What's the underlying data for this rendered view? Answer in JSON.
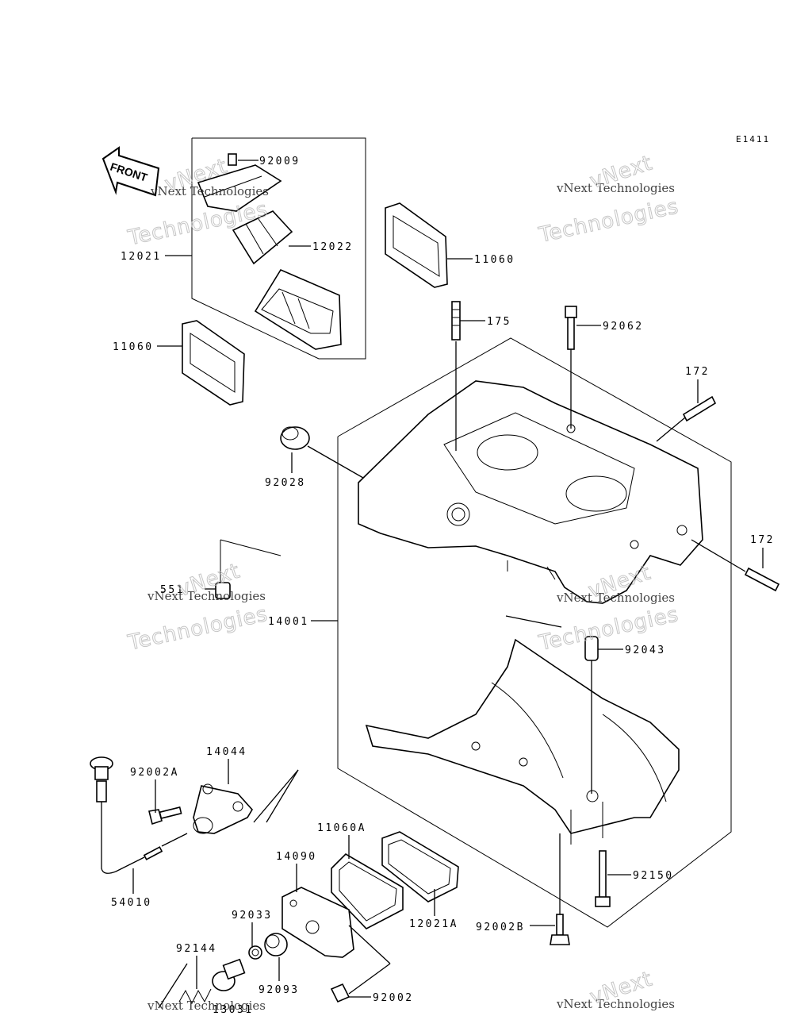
{
  "ref_code": "E1411",
  "front_label": "FRONT",
  "parts": [
    {
      "id": "p92009",
      "number": "92009"
    },
    {
      "id": "p12021",
      "number": "12021"
    },
    {
      "id": "p12022",
      "number": "12022"
    },
    {
      "id": "p11060a",
      "number": "11060"
    },
    {
      "id": "p11060b",
      "number": "11060"
    },
    {
      "id": "p175",
      "number": "175"
    },
    {
      "id": "p92062",
      "number": "92062"
    },
    {
      "id": "p172a",
      "number": "172"
    },
    {
      "id": "p172b",
      "number": "172"
    },
    {
      "id": "p92028",
      "number": "92028"
    },
    {
      "id": "p551",
      "number": "551"
    },
    {
      "id": "p14001",
      "number": "14001"
    },
    {
      "id": "p92043",
      "number": "92043"
    },
    {
      "id": "p14044",
      "number": "14044"
    },
    {
      "id": "p92002A",
      "number": "92002A"
    },
    {
      "id": "p54010",
      "number": "54010"
    },
    {
      "id": "p11060A",
      "number": "11060A"
    },
    {
      "id": "p14090",
      "number": "14090"
    },
    {
      "id": "p12021A",
      "number": "12021A"
    },
    {
      "id": "p92150",
      "number": "92150"
    },
    {
      "id": "p92033",
      "number": "92033"
    },
    {
      "id": "p92002B",
      "number": "92002B"
    },
    {
      "id": "p92144",
      "number": "92144"
    },
    {
      "id": "p92093",
      "number": "92093"
    },
    {
      "id": "p92002",
      "number": "92002"
    },
    {
      "id": "p13031",
      "number": "13031"
    }
  ],
  "watermark": {
    "line1": "vNext Technologies",
    "line2": "vNext",
    "line3": "Technologies"
  }
}
